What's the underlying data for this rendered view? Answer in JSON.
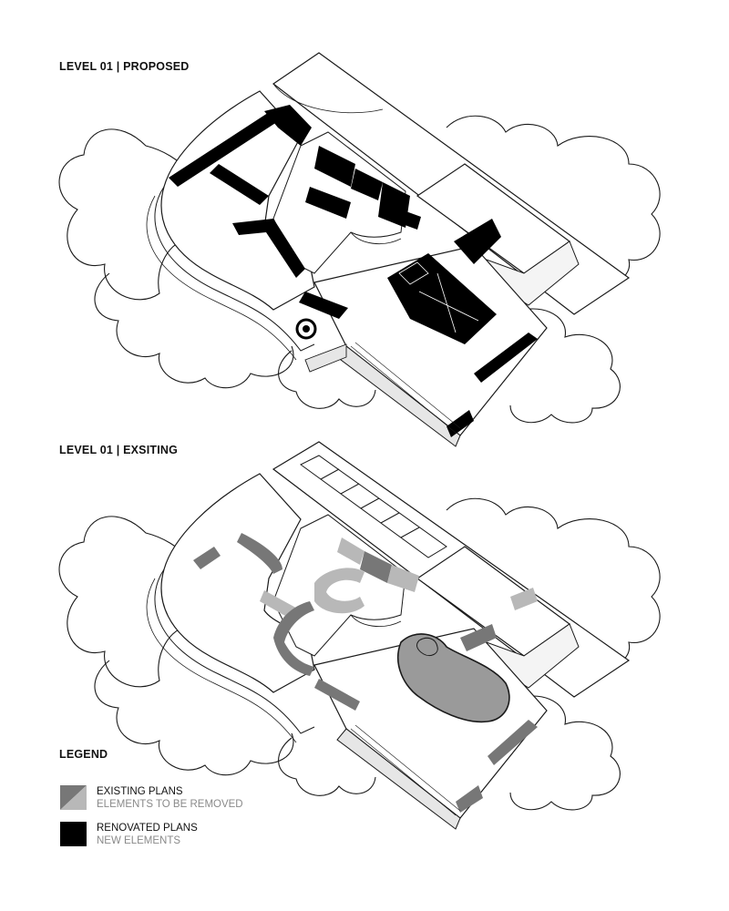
{
  "headings": {
    "proposed": "LEVEL 01 | PROPOSED",
    "existing": "LEVEL 01 | EXSITING",
    "legend": "LEGEND"
  },
  "legend": {
    "items": [
      {
        "label": "EXISTING PLANS",
        "sublabel": "ELEMENTS TO BE REMOVED",
        "swatch": "existing-removed"
      },
      {
        "label": "RENOVATED PLANS",
        "sublabel": "NEW ELEMENTS",
        "swatch": "renovated-new"
      }
    ]
  },
  "colors": {
    "background": "#ffffff",
    "linework": "#1a1a1a",
    "existing_gray": "#777777",
    "removed_gray": "#b8b8b8",
    "new_black": "#000000",
    "legend_sublabel": "#8a8a8a"
  }
}
